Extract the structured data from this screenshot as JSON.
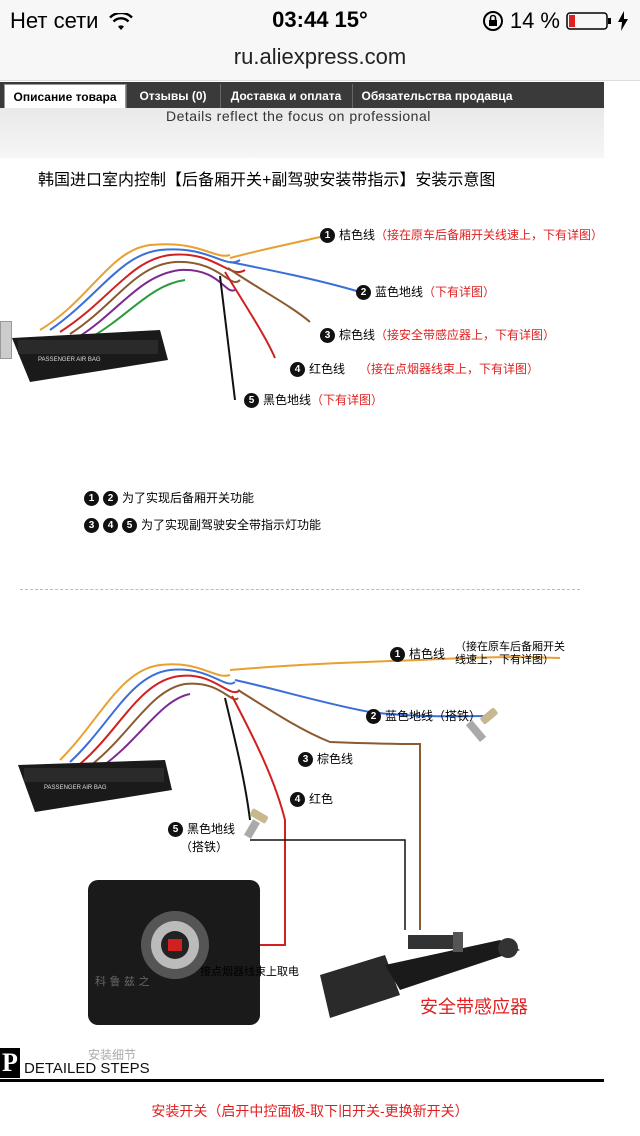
{
  "status": {
    "carrier": "Нет сети",
    "time_temp": "03:44 15°",
    "battery": "14 %",
    "colors": {
      "battery_low": "#e02020"
    }
  },
  "browser": {
    "url": "ru.aliexpress.com"
  },
  "tabs": [
    {
      "label": "Описание товара",
      "active": true
    },
    {
      "label": "Отзывы (0)",
      "active": false
    },
    {
      "label": "Доставка и оплата",
      "active": false
    },
    {
      "label": "Обязательства продавца",
      "active": false
    }
  ],
  "banner": {
    "text": "Details reflect the focus on professional"
  },
  "diagram1": {
    "title": "韩国进口室内控制【后备厢开关+副驾驶安装带指示】安装示意图",
    "switch_text": "PASSENGER AIR BAG",
    "wires": [
      {
        "num": "1",
        "name": "桔色线",
        "note": "（接在原车后备厢开关线速上，下有详图）"
      },
      {
        "num": "2",
        "name": "蓝色地线",
        "note": "（下有详图）"
      },
      {
        "num": "3",
        "name": "棕色线",
        "note": "（接安全带感应器上，下有详图）"
      },
      {
        "num": "4",
        "name": "红色线",
        "note": "（接在点烟器线束上，下有详图）"
      },
      {
        "num": "5",
        "name": "黑色地线",
        "note": "（下有详图）"
      }
    ],
    "legend": [
      {
        "nums": [
          "1",
          "2"
        ],
        "text": "为了实现后备厢开关功能"
      },
      {
        "nums": [
          "3",
          "4",
          "5"
        ],
        "text": "为了实现副驾驶安全带指示灯功能"
      }
    ]
  },
  "diagram2": {
    "switch_text": "PASSENGER AIR BAG",
    "label1_name": "桔色线",
    "label1_note_a": "（接在原车后备厢开关",
    "label1_note_b": "线速上，下有详图）",
    "label2": "蓝色地线（搭铁）",
    "label3": "棕色线",
    "label4": "红色",
    "label5_a": "黑色地线",
    "label5_b": "（搭铁）",
    "lighter_label": "接点烟器线束上取电",
    "sensor_label": "安全带感应器",
    "watermark": "科 鲁 兹 之"
  },
  "detailed": {
    "en": "DETAILED STEPS",
    "cn": "安装细节",
    "p": "P"
  },
  "bottom_text": "安装开关（启开中控面板-取下旧开关-更换新开关）",
  "colors": {
    "orange_wire": "#e8a030",
    "blue_wire": "#3a6ed8",
    "brown_wire": "#8a5a30",
    "red_wire": "#d02020",
    "black_wire": "#111111",
    "red_text": "#e02020"
  }
}
